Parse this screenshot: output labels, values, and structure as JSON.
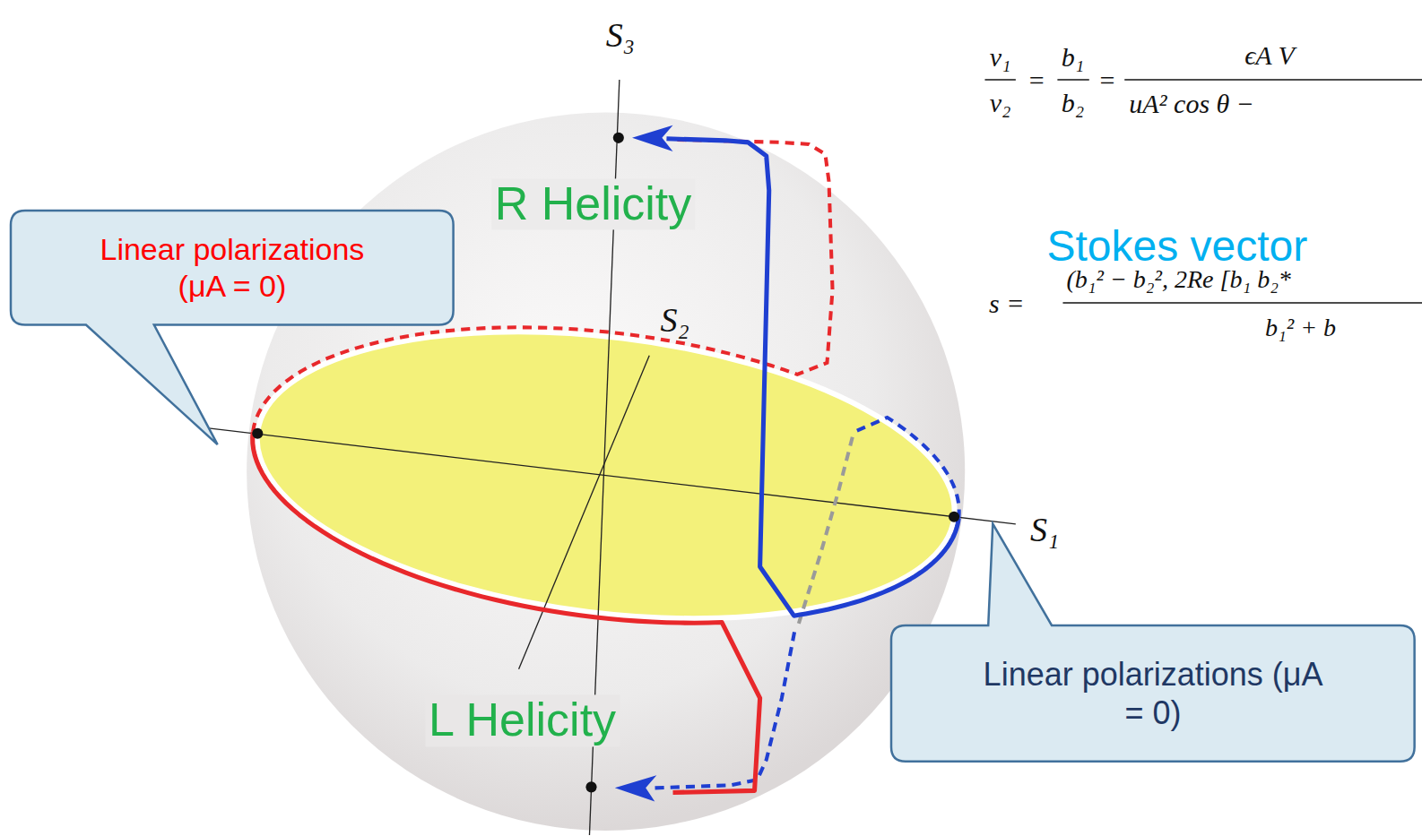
{
  "diagram": {
    "nodes": [
      {
        "text": [
          "Linear polarizations (μA = 0)"
        ]
      },
      {
        "text": [
          "Linear polarizations (μA = 0)"
        ]
      }
    ],
    "labels": [
      "S₃",
      "S₂",
      "S₁",
      "R Helicity",
      "L Helicity",
      "Stokes vector",
      "v₁",
      "v₂",
      "=",
      "b₁",
      "b₂",
      "=",
      "ϵA V",
      "uA² cos θ −",
      "s =",
      "(b₁² − b₂², 2Re [b₁ b₂*",
      "b₁² + b"
    ]
  }
}
